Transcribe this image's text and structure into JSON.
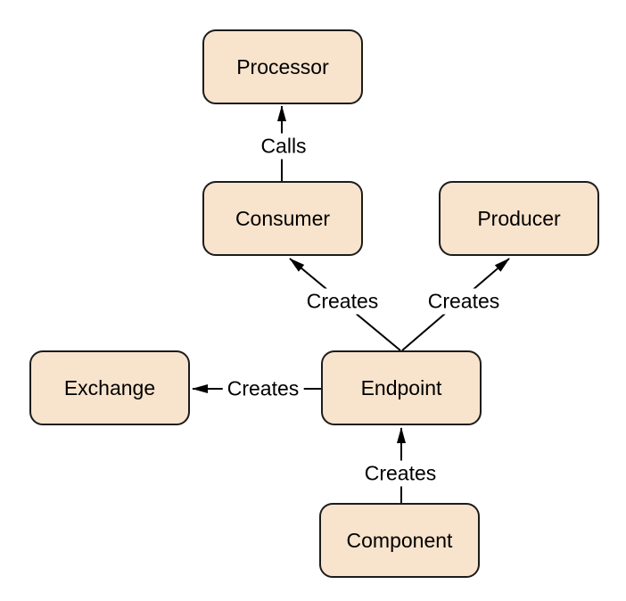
{
  "diagram": {
    "nodes": {
      "processor": {
        "label": "Processor"
      },
      "consumer": {
        "label": "Consumer"
      },
      "producer": {
        "label": "Producer"
      },
      "exchange": {
        "label": "Exchange"
      },
      "endpoint": {
        "label": "Endpoint"
      },
      "component": {
        "label": "Component"
      }
    },
    "edges": {
      "consumer_to_processor": {
        "label": "Calls"
      },
      "endpoint_to_consumer": {
        "label": "Creates"
      },
      "endpoint_to_producer": {
        "label": "Creates"
      },
      "endpoint_to_exchange": {
        "label": "Creates"
      },
      "component_to_endpoint": {
        "label": "Creates"
      }
    },
    "colors": {
      "node_fill": "#f8e3cc",
      "node_border": "#1c1c1c",
      "edge_line": "#000000",
      "background": "#ffffff",
      "text": "#000000"
    }
  }
}
